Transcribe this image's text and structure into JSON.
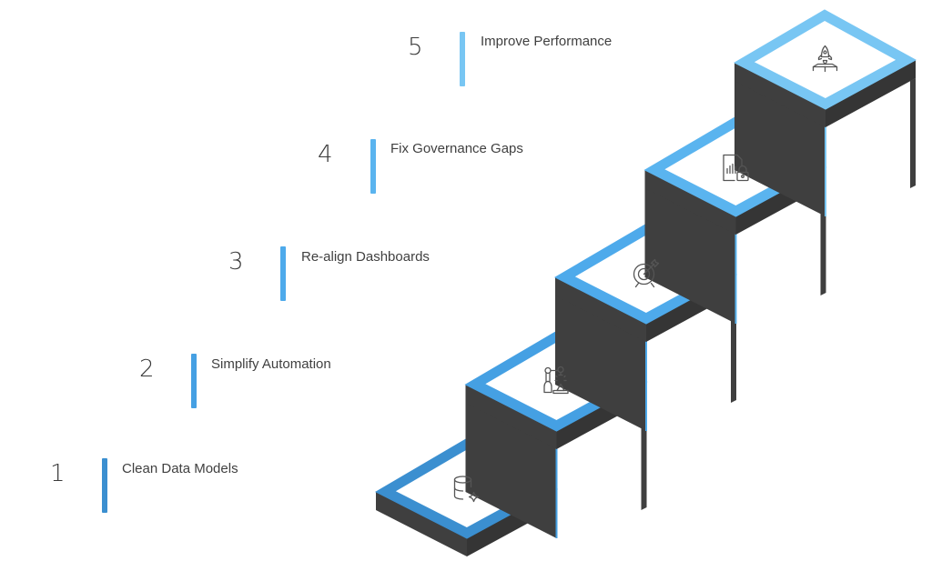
{
  "diagram": {
    "type": "isometric-staircase",
    "steps": [
      {
        "number": "1",
        "label": "Clean Data Models",
        "icon": "database-sparkle-icon",
        "color": "#3b8fd0"
      },
      {
        "number": "2",
        "label": "Simplify Automation",
        "icon": "robotic-arm-icon",
        "color": "#45a0e3"
      },
      {
        "number": "3",
        "label": "Re-align Dashboards",
        "icon": "target-arrow-icon",
        "color": "#4eaaeb"
      },
      {
        "number": "4",
        "label": "Fix Governance Gaps",
        "icon": "locked-report-icon",
        "color": "#5ab4ef"
      },
      {
        "number": "5",
        "label": "Improve Performance",
        "icon": "rocket-launch-icon",
        "color": "#78c6f3"
      }
    ],
    "riser_color": "#3f3f3f",
    "face_color": "#ffffff"
  }
}
